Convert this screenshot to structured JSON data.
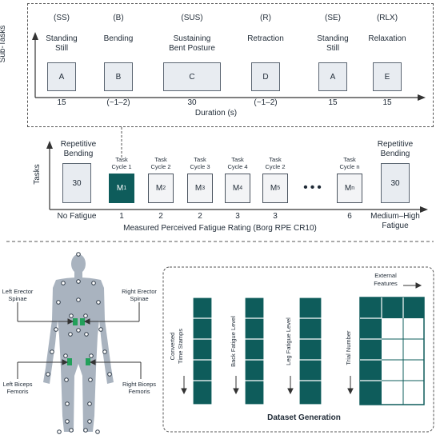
{
  "subtasks": {
    "axis_label": "Sub-Tasks",
    "xlabel": "Duration (s)",
    "items": [
      {
        "code": "(SS)",
        "name1": "Standing",
        "name2": "Still",
        "box": "A",
        "duration": "15"
      },
      {
        "code": "(B)",
        "name1": "Bending",
        "name2": "",
        "box": "B",
        "duration": "(~1–2)"
      },
      {
        "code": "(SUS)",
        "name1": "Sustaining",
        "name2": "Bent Posture",
        "box": "C",
        "duration": "30"
      },
      {
        "code": "(R)",
        "name1": "Retraction",
        "name2": "",
        "box": "D",
        "duration": "(~1–2)"
      },
      {
        "code": "(SE)",
        "name1": "Standing",
        "name2": "Still",
        "box": "A",
        "duration": "15"
      },
      {
        "code": "(RLX)",
        "name1": "Relaxation",
        "name2": "",
        "box": "E",
        "duration": "15"
      }
    ]
  },
  "tasks": {
    "axis_label": "Tasks",
    "xlabel": "Measured Perceived Fatigue Rating (Borg RPE CR10)",
    "start": {
      "title1": "Repetitive",
      "title2": "Bending",
      "value": "30",
      "rating1": "No Fatigue"
    },
    "end": {
      "title1": "Repetitive",
      "title2": "Bending",
      "value": "30",
      "rating1": "Medium–High",
      "rating2": "Fatigue"
    },
    "cycles": [
      {
        "label1": "Task",
        "label2": "Cycle 1",
        "box": "M",
        "sub": "1",
        "rating": "1"
      },
      {
        "label1": "Task",
        "label2": "Cycle 2",
        "box": "M",
        "sub": "2",
        "rating": "2"
      },
      {
        "label1": "Task",
        "label2": "Cycle 3",
        "box": "M",
        "sub": "3",
        "rating": "2"
      },
      {
        "label1": "Task",
        "label2": "Cycle 4",
        "box": "M",
        "sub": "4",
        "rating": "3"
      },
      {
        "label1": "Task",
        "label2": "Cycle 2",
        "box": "M",
        "sub": "5",
        "rating": "3"
      },
      {
        "label1": "Task",
        "label2": "Cycle n",
        "box": "M",
        "sub": "n",
        "rating": "6"
      }
    ],
    "ellipsis": "•••"
  },
  "sensors": {
    "left_erector1": "Left Erector",
    "left_erector2": "Spinae",
    "right_erector1": "Right Erector",
    "right_erector2": "Spinae",
    "left_biceps1": "Left Biceps",
    "left_biceps2": "Femoris",
    "right_biceps1": "Right Biceps",
    "right_biceps2": "Femoris"
  },
  "dataset": {
    "title": "Dataset Generation",
    "col1_label1": "Converted",
    "col1_label2": "Time Stamps",
    "col2_label": "Back Fatigue Level",
    "col3_label": "Leg Fatigue Level",
    "col4_label": "Trial Number",
    "features1": "External",
    "features2": "Features"
  },
  "colors": {
    "teal": "#0e5c5b",
    "box_fill": "#e8ecf1",
    "body": "#a9b3bf"
  }
}
